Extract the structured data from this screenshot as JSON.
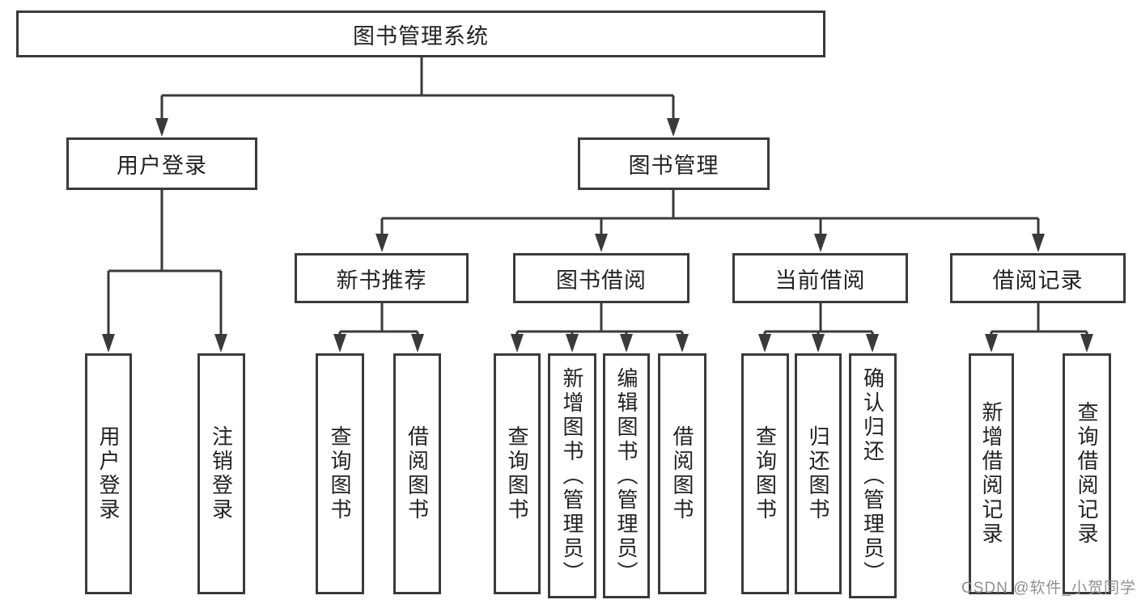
{
  "tree": {
    "title": "图书管理系统",
    "branches": [
      {
        "label": "用户登录",
        "children": [
          "用户登录",
          "注销登录"
        ]
      },
      {
        "label": "图书管理",
        "groups": [
          {
            "label": "新书推荐",
            "children": [
              "查询图书",
              "借阅图书"
            ]
          },
          {
            "label": "图书借阅",
            "children": [
              "查询图书",
              "新增图书（管理员）",
              "编辑图书（管理员）",
              "借阅图书"
            ]
          },
          {
            "label": "当前借阅",
            "children": [
              "查询图书",
              "归还图书",
              "确认归还（管理员）"
            ]
          },
          {
            "label": "借阅记录",
            "children": [
              "新增借阅记录",
              "查询借阅记录"
            ]
          }
        ]
      }
    ]
  },
  "watermark": {
    "text": "CSDN @软件_小贺同学"
  },
  "colors": {
    "line": "#3a3a3a",
    "text": "#222222",
    "watermark_text": "#8f8f8f",
    "background": "#ffffff"
  }
}
